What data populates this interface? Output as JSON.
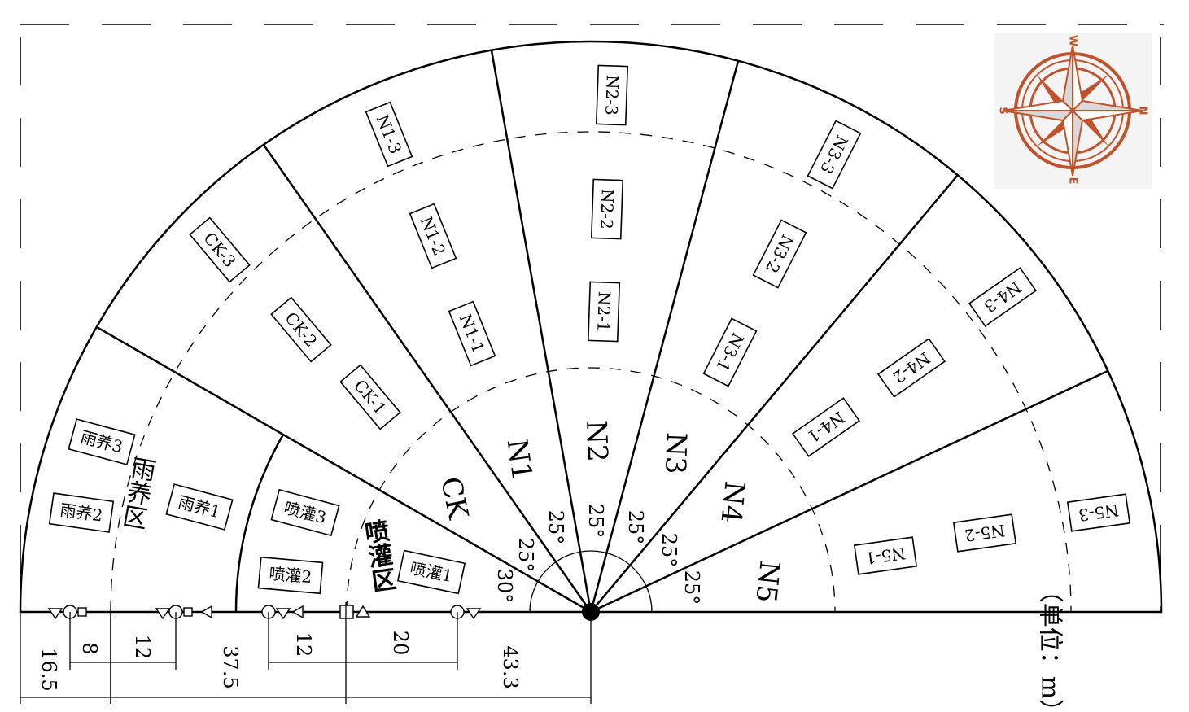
{
  "sectors": [
    {
      "name": "CK",
      "labels": [
        "CK-1",
        "CK-2",
        "CK-3"
      ]
    },
    {
      "name": "N1",
      "labels": [
        "N1-1",
        "N1-2",
        "N1-3"
      ]
    },
    {
      "name": "N2",
      "labels": [
        "N2-1",
        "N2-2",
        "N2-3"
      ]
    },
    {
      "name": "N3",
      "labels": [
        "N3-1",
        "N3-2",
        "N3-3"
      ]
    },
    {
      "name": "N4",
      "labels": [
        "N4-1",
        "N4-2",
        "N4-3"
      ]
    },
    {
      "name": "N5",
      "labels": [
        "N5-1",
        "N5-2",
        "N5-3"
      ]
    }
  ],
  "rain_zone": {
    "name": "雨养区",
    "labels": [
      "雨养1",
      "雨养2",
      "雨养3"
    ]
  },
  "spray_zone": {
    "name": "喷灌区",
    "labels": [
      "喷灌1",
      "喷灌2",
      "喷灌3"
    ]
  },
  "angles": [
    "30°",
    "25°",
    "25°",
    "25°",
    "25°",
    "25°",
    "25°"
  ],
  "dimensions": {
    "d16_5": "16.5",
    "d8": "8",
    "d12a": "12",
    "d37_5": "37.5",
    "d12b": "12",
    "d20": "20",
    "d43_3": "43.3"
  },
  "unit_label": "（单位：m）",
  "compass": {
    "n": "N",
    "s": "S",
    "e": "E",
    "w": "W",
    "color": "#c0532b"
  }
}
